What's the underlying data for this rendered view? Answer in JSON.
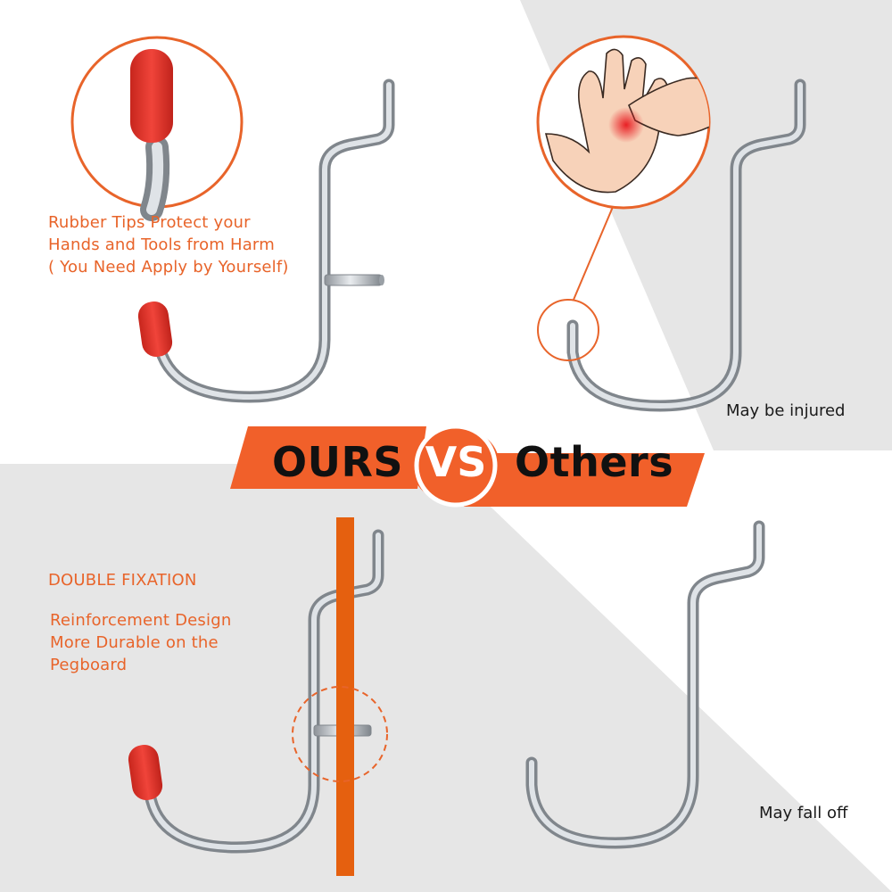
{
  "top_left": {
    "lines": [
      "Rubber Tips Protect your",
      "Hands and Tools from Harm",
      "( You Need Apply by Yourself)"
    ]
  },
  "top_right": {
    "caption": "May be injured"
  },
  "banner": {
    "ours": "OURS",
    "vs": "VS",
    "others": "Others"
  },
  "bottom_left": {
    "heading": "DOUBLE FIXATION",
    "lines": [
      "Reinforcement Design",
      "More Durable on the",
      "Pegboard"
    ]
  },
  "bottom_right": {
    "caption": "May fall off"
  },
  "colors": {
    "accent": "#e8642a",
    "rubber_tip": "#e8322a",
    "panel_gray": "#e6e6e6",
    "pegboard_bar": "#e5600f"
  },
  "icons": [
    "pegboard-hook-icon",
    "rubber-tip-icon",
    "injured-hand-icon",
    "magnifier-circle-icon",
    "pegboard-bar-icon"
  ]
}
